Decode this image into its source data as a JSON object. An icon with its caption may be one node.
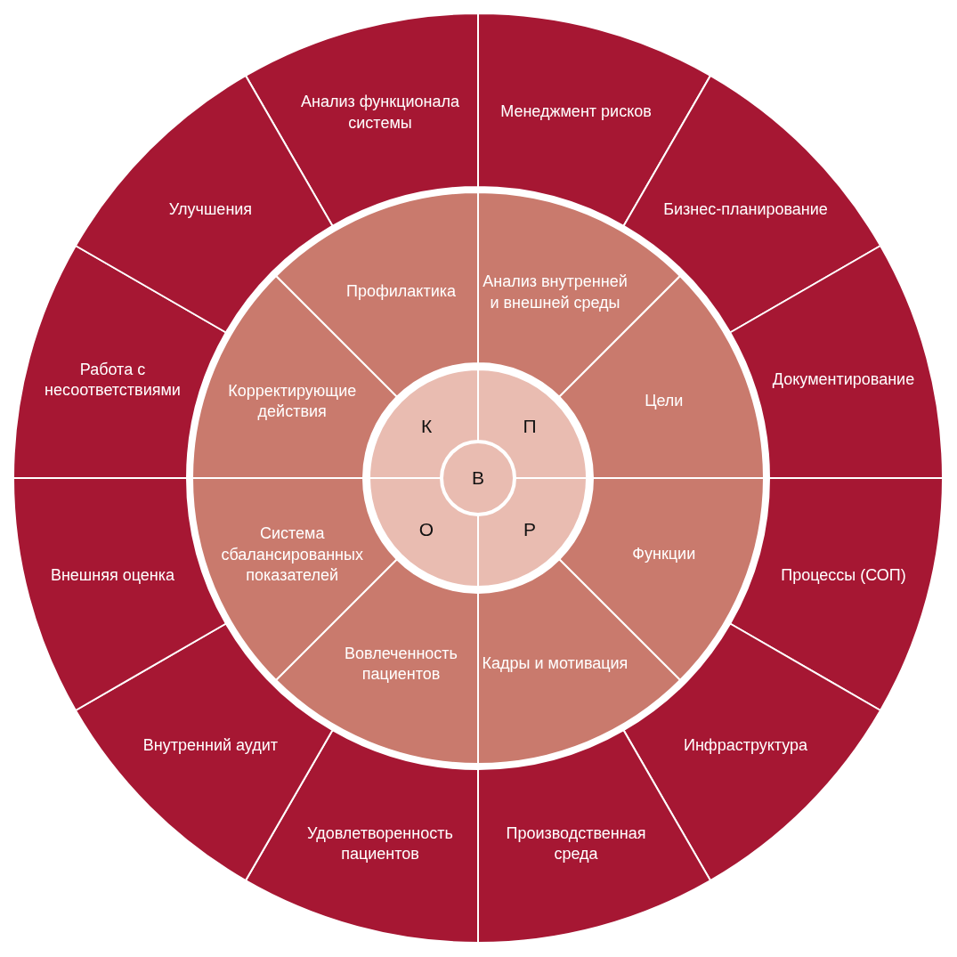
{
  "diagram": {
    "nodes": [
      {
        "text": [
          "Анализ функционала системы"
        ]
      },
      {
        "text": [
          "Менеджмент рисков"
        ]
      },
      {
        "text": [
          "Бизнес-планирование"
        ]
      },
      {
        "text": [
          "Документирование"
        ]
      },
      {
        "text": [
          "Процессы (СОП)"
        ]
      },
      {
        "text": [
          "Инфраструктура"
        ]
      },
      {
        "text": [
          "Производственная среда"
        ]
      },
      {
        "text": [
          "Удовлетворенность пациентов"
        ]
      },
      {
        "text": [
          "Внутренний аудит"
        ]
      },
      {
        "text": [
          "Внешняя оценка"
        ]
      },
      {
        "text": [
          "Работа с несоответствиями"
        ]
      },
      {
        "text": [
          "Улучшения"
        ]
      },
      {
        "text": [
          "Профилактика"
        ]
      },
      {
        "text": [
          "Анализ внутренней и внешней среды"
        ]
      },
      {
        "text": [
          "Цели"
        ]
      },
      {
        "text": [
          "Функции"
        ]
      },
      {
        "text": [
          "Кадры и мотивация"
        ]
      },
      {
        "text": [
          "Вовлеченность пациентов"
        ]
      },
      {
        "text": [
          "Система сбалансированных показателей"
        ]
      },
      {
        "text": [
          "Корректирующие действия"
        ]
      },
      {
        "text": [
          "К"
        ]
      },
      {
        "text": [
          "П"
        ]
      },
      {
        "text": [
          "Р"
        ]
      },
      {
        "text": [
          "О"
        ]
      },
      {
        "text": [
          "В"
        ]
      }
    ]
  }
}
